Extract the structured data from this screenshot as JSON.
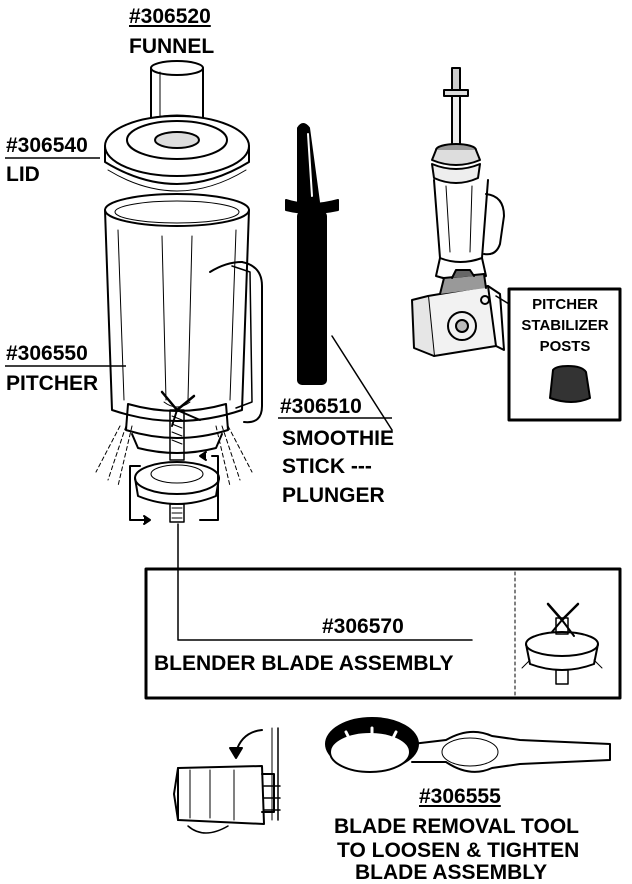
{
  "parts": {
    "funnel": {
      "number": "#306520",
      "name": "FUNNEL"
    },
    "lid": {
      "number": "#306540",
      "name": "LID"
    },
    "pitcher": {
      "number": "#306550",
      "name": "PITCHER"
    },
    "smoothie_stick": {
      "number": "#306510",
      "line1": "SMOOTHIE",
      "line2": "STICK ---",
      "line3": "PLUNGER"
    },
    "blade_assembly": {
      "number": "#306570",
      "name": "BLENDER BLADE ASSEMBLY"
    },
    "blade_removal_tool": {
      "number": "#306555",
      "line1": "BLADE REMOVAL TOOL",
      "line2": "TO LOOSEN & TIGHTEN",
      "line3": "BLADE  ASSEMBLY"
    }
  },
  "callout": {
    "line1": "PITCHER",
    "line2": "STABILIZER",
    "line3": "POSTS"
  }
}
